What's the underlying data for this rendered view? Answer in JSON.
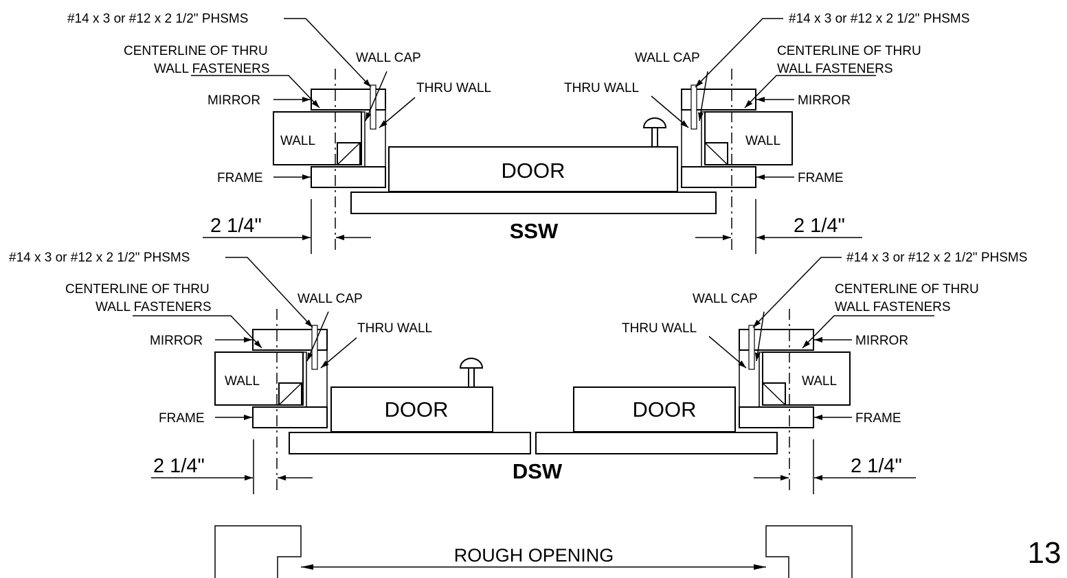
{
  "labels": {
    "fastener": "#14 x 3 or #12 x 2 1/2\" PHSMS",
    "centerline_1": "CENTERLINE OF THRU",
    "centerline_2": "WALL FASTENERS",
    "wall_cap": "WALL CAP",
    "thru_wall": "THRU WALL",
    "mirror": "MIRROR",
    "wall": "WALL",
    "frame": "FRAME",
    "door": "DOOR",
    "dimension": "2 1/4\"",
    "rough_opening": "ROUGH OPENING"
  },
  "sections": {
    "single": "SSW",
    "double": "DSW"
  },
  "page_number": "13"
}
